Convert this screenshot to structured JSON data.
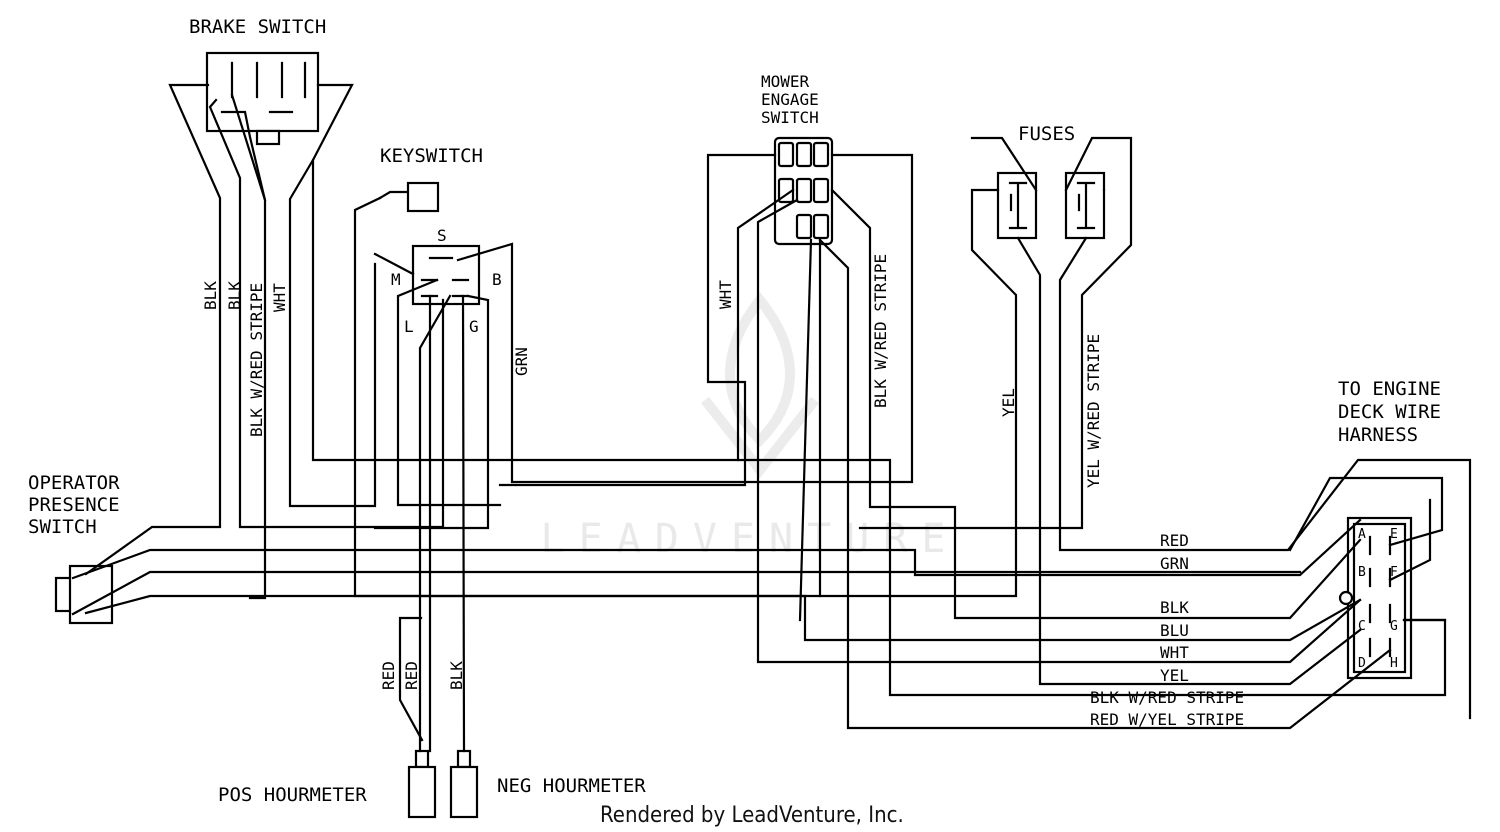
{
  "labels": {
    "brake_switch": "BRAKE SWITCH",
    "keyswitch": "KEYSWITCH",
    "mower_engage": [
      "MOWER",
      "ENGAGE",
      "SWITCH"
    ],
    "fuses": "FUSES",
    "to_engine": [
      "TO ENGINE",
      "DECK WIRE",
      "HARNESS"
    ],
    "operator_presence": [
      "OPERATOR",
      "PRESENCE",
      "SWITCH"
    ],
    "pos_hourmeter": "POS HOURMETER",
    "neg_hourmeter": "NEG HOURMETER"
  },
  "keyswitch_terminals": {
    "s": "S",
    "m": "M",
    "b": "B",
    "l": "L",
    "g": "G"
  },
  "connector_pins": [
    "A",
    "B",
    "C",
    "D",
    "E",
    "F",
    "G",
    "H"
  ],
  "wire_labels": {
    "blk1": "BLK",
    "blk2": "BLK",
    "blk_red_stripe": "BLK W/RED STRIPE",
    "wht": "WHT",
    "grn": "GRN",
    "wht2": "WHT",
    "blk_w_red_stripe": "BLK W/RED STRIPE",
    "yel": "YEL",
    "yel_w_red_stripe": "YEL W/RED STRIPE",
    "red1": "RED",
    "red2": "RED",
    "blk_hour": "BLK"
  },
  "harness_labels": [
    "RED",
    "GRN",
    "BLK",
    "BLU",
    "WHT",
    "YEL",
    "BLK W/RED STRIPE",
    "RED W/YEL STRIPE"
  ],
  "watermark": "LEADVENTURE",
  "credit": "Rendered by LeadVenture, Inc."
}
